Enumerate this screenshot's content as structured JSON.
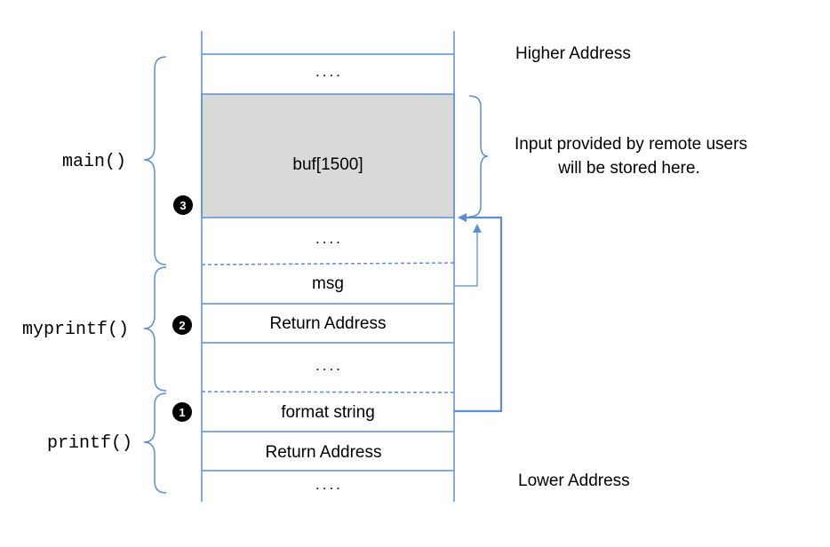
{
  "colors": {
    "stack_line": "#5b8ed4",
    "buffer_fill": "#d9d9d9",
    "badge": "#000000"
  },
  "address_labels": {
    "higher": "Higher Address",
    "lower": "Lower Address"
  },
  "functions": {
    "main": "main()",
    "myprintf": "myprintf()",
    "printf": "printf()"
  },
  "cells": {
    "top_dots": "....",
    "buf": "buf[1500]",
    "main_dots": "....",
    "msg": "msg",
    "myprintf_ret": "Return Address",
    "myprintf_dots": "....",
    "format_string": "format string",
    "printf_ret": "Return Address",
    "bottom_dots": "...."
  },
  "annotation": {
    "line1": "Input provided by remote users",
    "line2": "will be stored here."
  },
  "badges": {
    "one": "1",
    "two": "2",
    "three": "3"
  }
}
